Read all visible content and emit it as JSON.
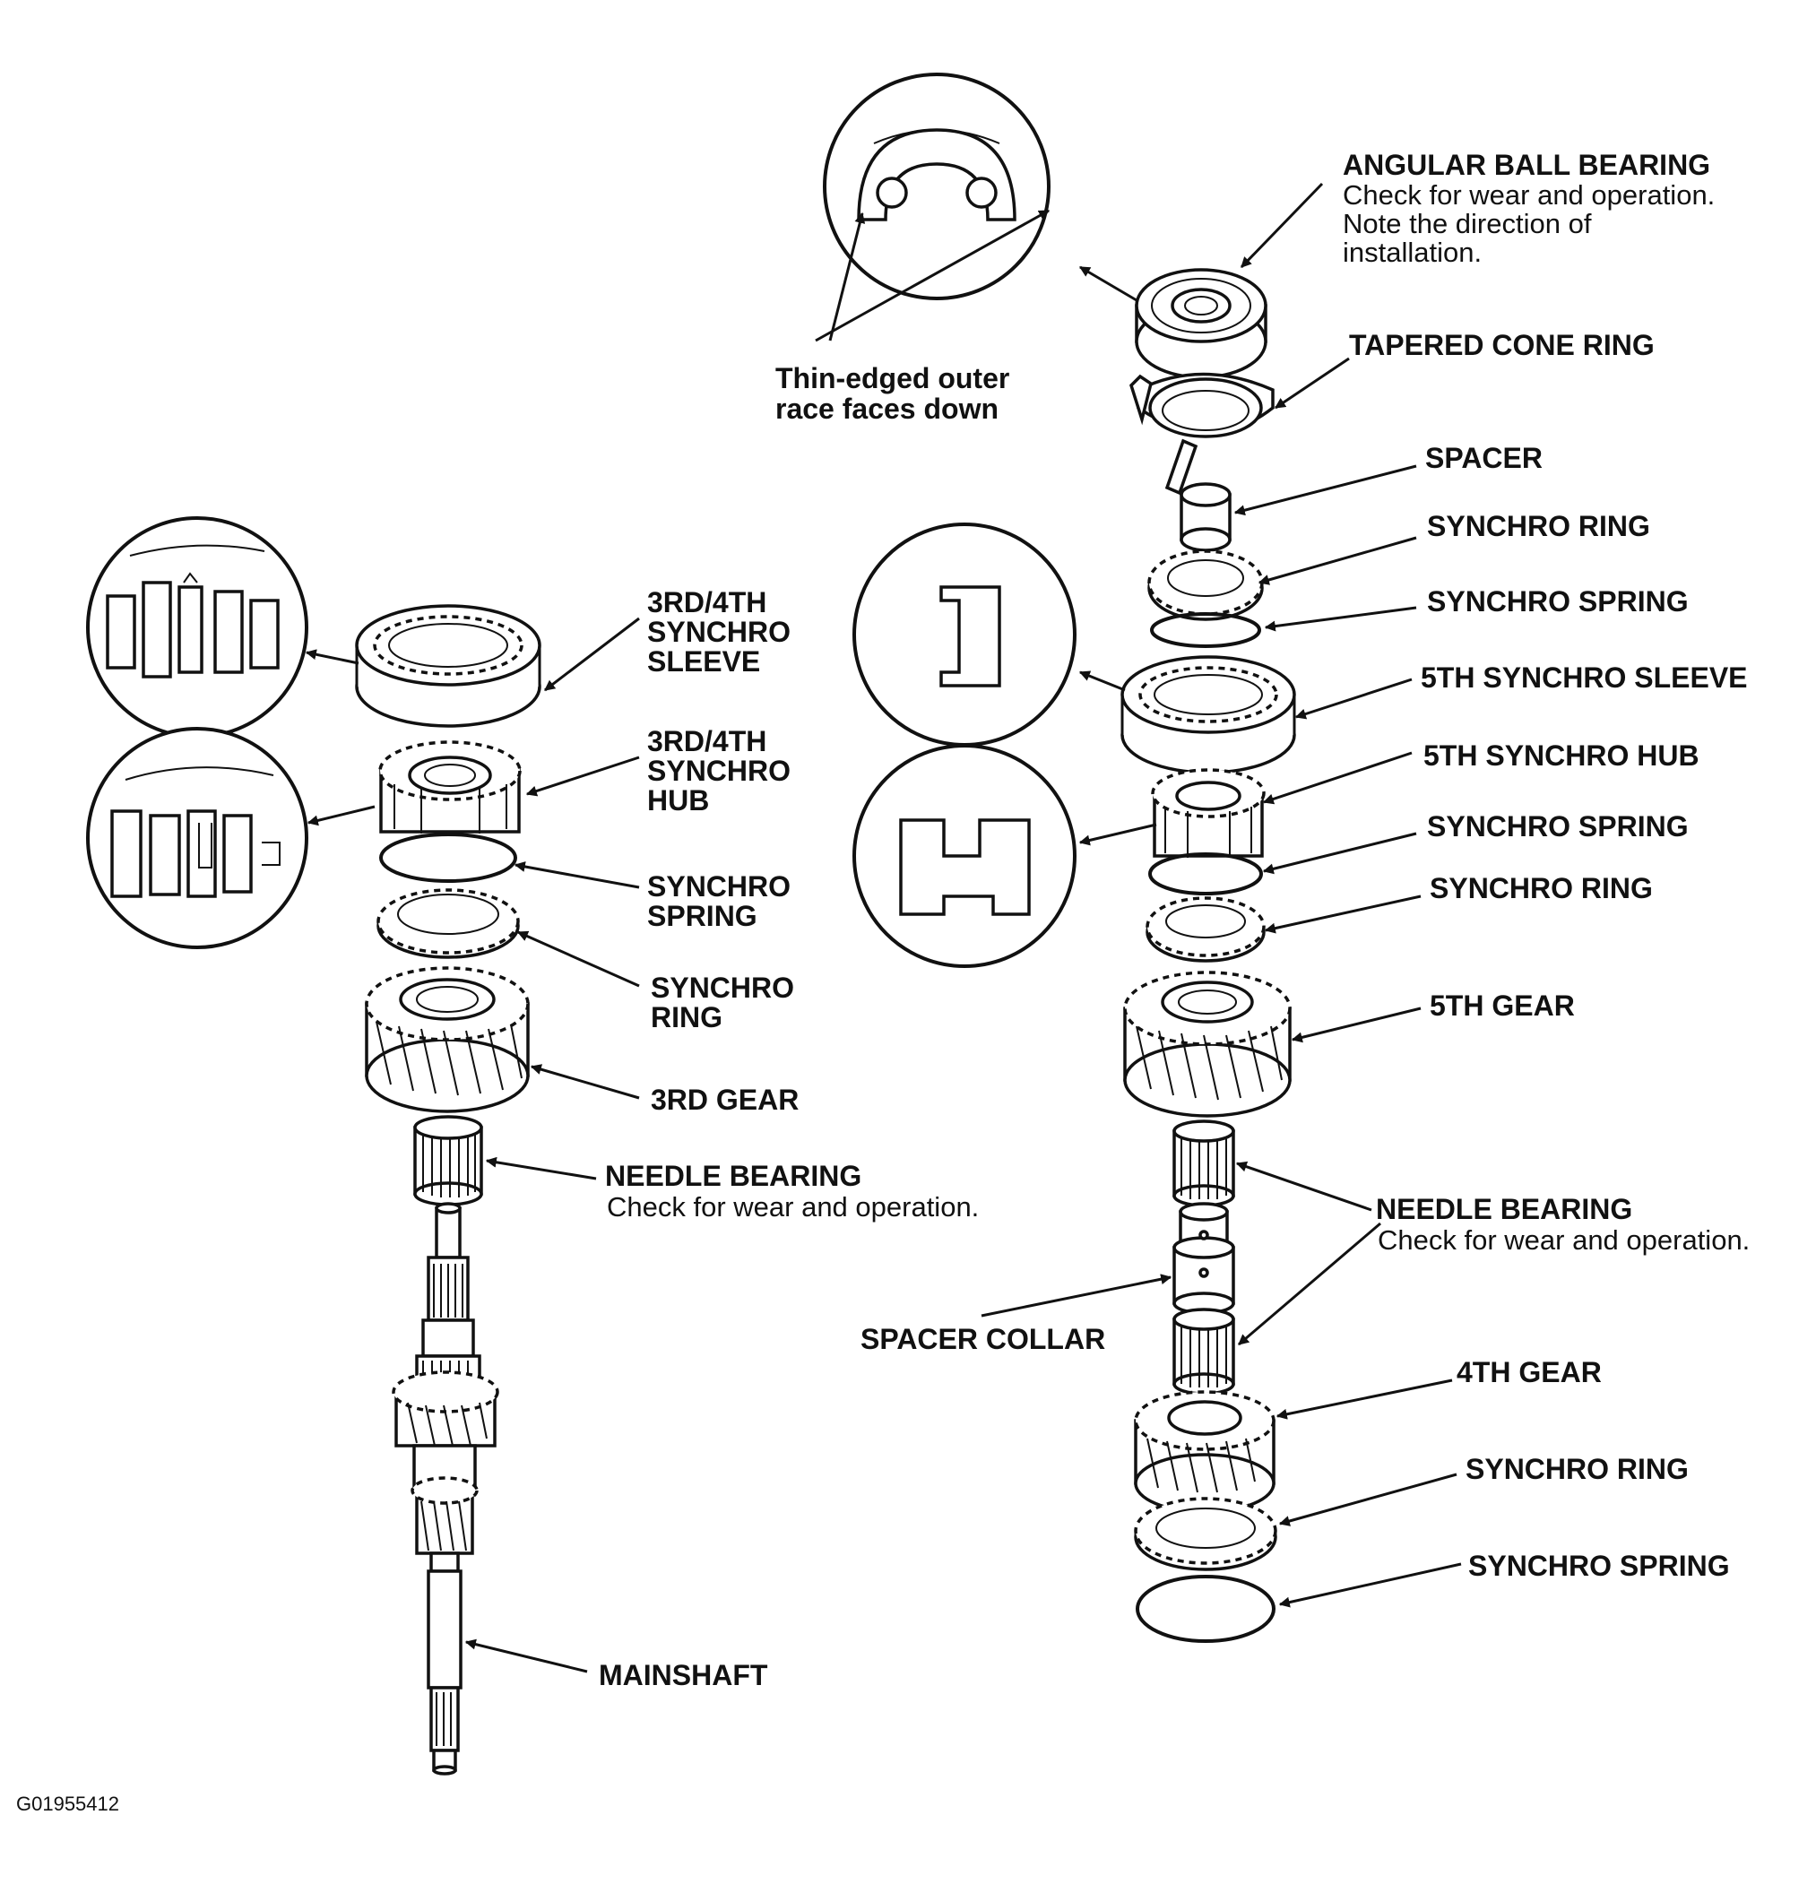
{
  "figure_code": "G01955412",
  "left_column": {
    "sleeve": [
      "3RD/4TH",
      "SYNCHRO",
      "SLEEVE"
    ],
    "hub": [
      "3RD/4TH",
      "SYNCHRO",
      "HUB"
    ],
    "spring": [
      "SYNCHRO",
      "SPRING"
    ],
    "ring": [
      "SYNCHRO",
      "RING"
    ],
    "gear": "3RD GEAR",
    "needle_bearing": "NEEDLE BEARING",
    "needle_bearing_note": "Check for wear and operation.",
    "mainshaft": "MAINSHAFT"
  },
  "right_column": {
    "angular_bearing": "ANGULAR BALL BEARING",
    "angular_bearing_notes": [
      "Check for wear and operation.",
      "Note the direction of",
      "installation."
    ],
    "tapered_cone_ring": "TAPERED CONE RING",
    "spacer": "SPACER",
    "synchro_ring_1": "SYNCHRO RING",
    "synchro_spring_1": "SYNCHRO SPRING",
    "fifth_sleeve": "5TH SYNCHRO SLEEVE",
    "fifth_hub": "5TH SYNCHRO HUB",
    "synchro_spring_2": "SYNCHRO SPRING",
    "synchro_ring_2": "SYNCHRO RING",
    "fifth_gear": "5TH GEAR",
    "needle_bearing": "NEEDLE BEARING",
    "needle_bearing_note": "Check for wear and operation.",
    "spacer_collar": "SPACER COLLAR",
    "fourth_gear": "4TH GEAR",
    "synchro_ring_3": "SYNCHRO RING",
    "synchro_spring_3": "SYNCHRO SPRING"
  },
  "bearing_detail_note": [
    "Thin-edged outer",
    "race faces down"
  ]
}
